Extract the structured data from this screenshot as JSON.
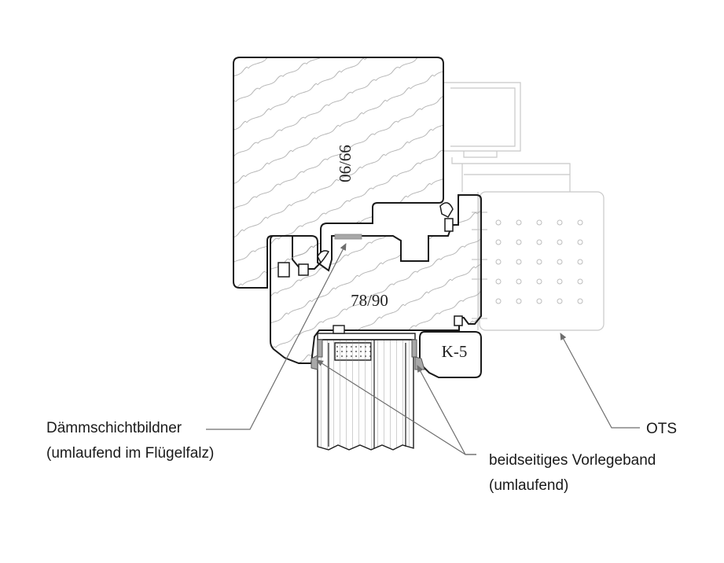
{
  "profiles": {
    "frame_label": "99/90",
    "sash_label": "78/90",
    "edge_label": "K-5"
  },
  "annotations": {
    "insulation_line1": "Dämmschichtbildner",
    "insulation_line2": "(umlaufend im Flügelfalz)",
    "tape_line1": "beidseitiges Vorlegeband",
    "tape_line2": "(umlaufend)",
    "ots": "OTS"
  },
  "colors": {
    "outline": "#1a1a1a",
    "grain": "#9a9a9a",
    "ghost": "#c8c8c8",
    "leader": "#6e6e6e",
    "tape": "#a8a8a8"
  }
}
